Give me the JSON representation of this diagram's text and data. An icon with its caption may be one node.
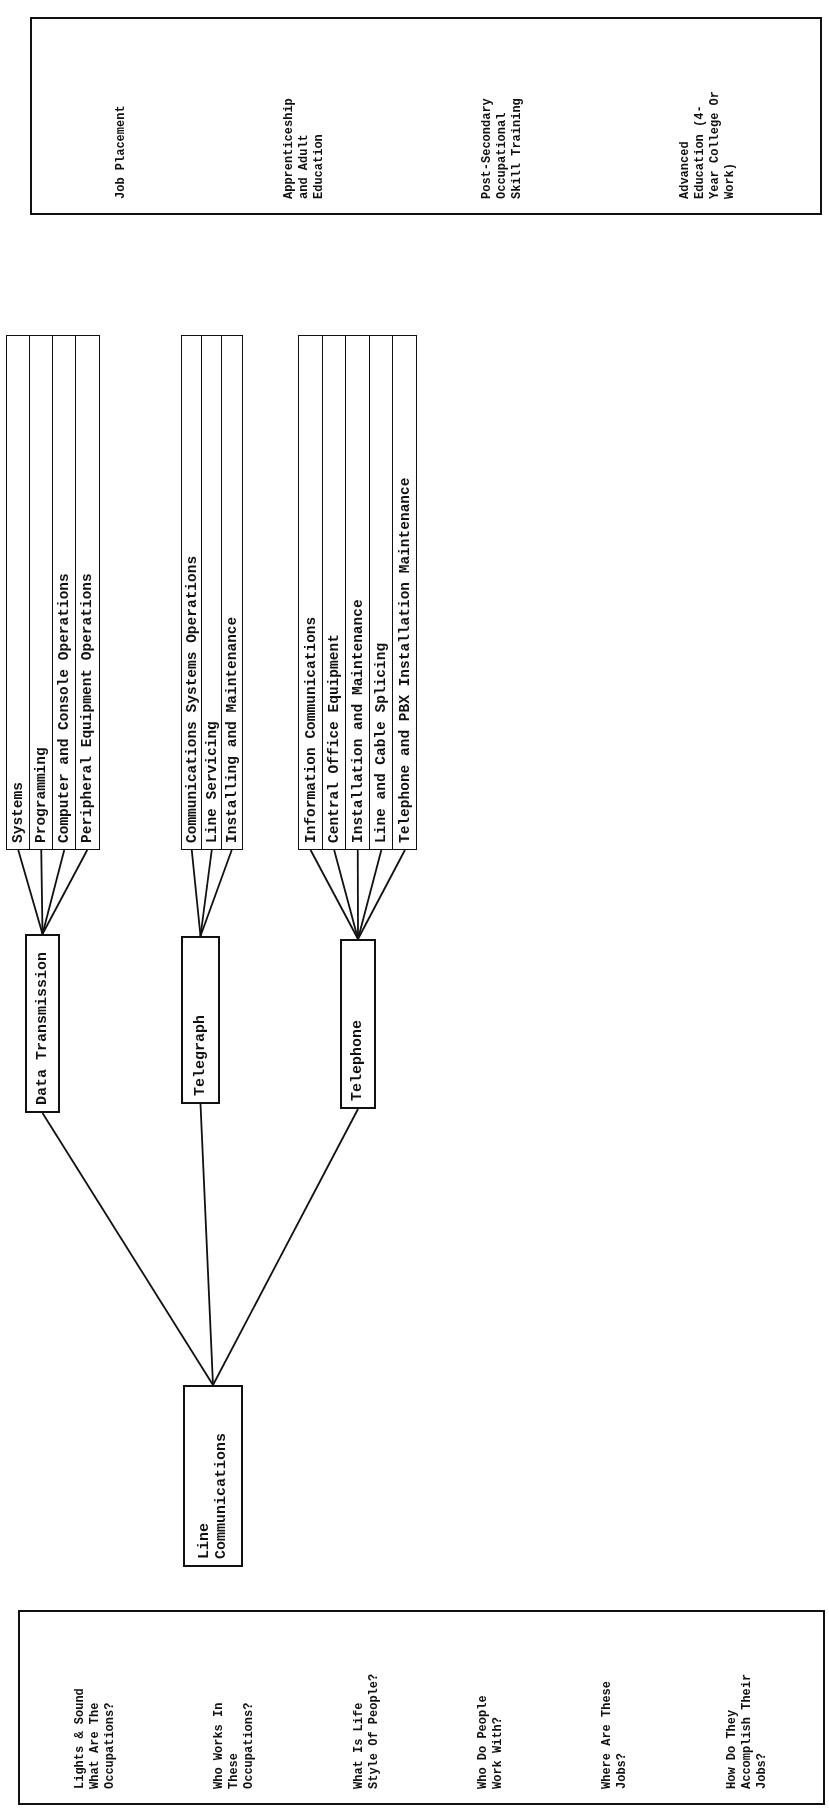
{
  "diagram": {
    "nodes": [
      {
        "text": [
          "Lights & Sound What Are The Occupations?",
          "Who Works In These Occupations?",
          "What Is Life Style Of People?",
          "Who Do People Work With?",
          "Where Are These Jobs?",
          "How Do They Accomplish Their Jobs?"
        ]
      },
      {
        "text": [
          "Line Communications"
        ]
      },
      {
        "text": [
          "Data Transmission"
        ]
      },
      {
        "text": [
          "Telegraph"
        ]
      },
      {
        "text": [
          "Telephone"
        ]
      },
      {
        "text": [
          "Systems"
        ]
      },
      {
        "text": [
          "Programming"
        ]
      },
      {
        "text": [
          "Computer and Console Operations"
        ]
      },
      {
        "text": [
          "Peripheral Equipment Operations"
        ]
      },
      {
        "text": [
          "Communications Systems Operations"
        ]
      },
      {
        "text": [
          "Line Servicing"
        ]
      },
      {
        "text": [
          "Installing and Maintenance"
        ]
      },
      {
        "text": [
          "Information Communications"
        ]
      },
      {
        "text": [
          "Central Office Equipment"
        ]
      },
      {
        "text": [
          "Installation and Maintenance"
        ]
      },
      {
        "text": [
          "Line and Cable Splicing"
        ]
      },
      {
        "text": [
          "Telephone and PBX Installation Maintenance"
        ]
      },
      {
        "text": [
          "Job Placement",
          "Apprenticeship and Adult Education",
          "Post-Secondary Occupational Skill Training",
          "Advanced Education (4-Year College Or Work)"
        ]
      }
    ],
    "edges": [
      {
        "from": 1,
        "to": 2,
        "arrow": "none"
      },
      {
        "from": 1,
        "to": 3,
        "arrow": "none"
      },
      {
        "from": 1,
        "to": 4,
        "arrow": "none"
      },
      {
        "from": 2,
        "to": 5,
        "arrow": "none"
      },
      {
        "from": 2,
        "to": 6,
        "arrow": "none"
      },
      {
        "from": 2,
        "to": 7,
        "arrow": "none"
      },
      {
        "from": 2,
        "to": 8,
        "arrow": "none"
      },
      {
        "from": 3,
        "to": 9,
        "arrow": "none"
      },
      {
        "from": 3,
        "to": 10,
        "arrow": "none"
      },
      {
        "from": 3,
        "to": 11,
        "arrow": "none"
      },
      {
        "from": 4,
        "to": 12,
        "arrow": "none"
      },
      {
        "from": 4,
        "to": 13,
        "arrow": "none"
      },
      {
        "from": 4,
        "to": 14,
        "arrow": "none"
      },
      {
        "from": 4,
        "to": 15,
        "arrow": "none"
      },
      {
        "from": 4,
        "to": 16,
        "arrow": "none"
      }
    ]
  }
}
